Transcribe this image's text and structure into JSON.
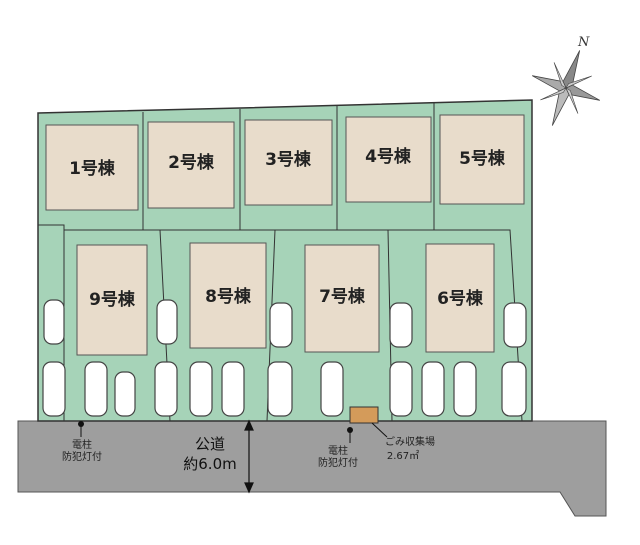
{
  "compass": {
    "label": "N",
    "icon": "compass-rose-icon"
  },
  "buildings": [
    {
      "id": 1,
      "label": "1号棟"
    },
    {
      "id": 2,
      "label": "2号棟"
    },
    {
      "id": 3,
      "label": "3号棟"
    },
    {
      "id": 4,
      "label": "4号棟"
    },
    {
      "id": 5,
      "label": "5号棟"
    },
    {
      "id": 9,
      "label": "9号棟"
    },
    {
      "id": 8,
      "label": "8号棟"
    },
    {
      "id": 7,
      "label": "7号棟"
    },
    {
      "id": 6,
      "label": "6号棟"
    }
  ],
  "road": {
    "name": "公道",
    "width": "約6.0m"
  },
  "poles": [
    {
      "line1": "電柱",
      "line2": "防犯灯付"
    },
    {
      "line1": "電柱",
      "line2": "防犯灯付"
    }
  ],
  "garbage": {
    "line1": "ごみ収集場",
    "area": "2.67㎡"
  },
  "colors": {
    "lot": "#a6d3b8",
    "building": "#e8dccb",
    "road": "#9e9e9e",
    "garbage": "#d49b5a",
    "outline": "#333333"
  }
}
